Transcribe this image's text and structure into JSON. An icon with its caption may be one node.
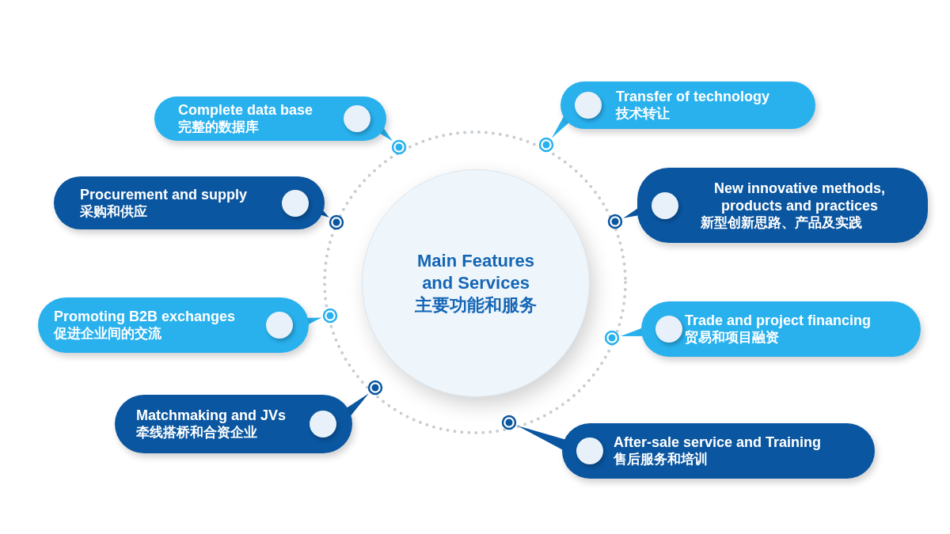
{
  "diagram": {
    "nodes": [
      {
        "text": [
          "Main Features and Services",
          "主要功能和服务"
        ]
      },
      {
        "text": [
          "Complete data base",
          "完整的数据库"
        ]
      },
      {
        "text": [
          "Transfer of technology",
          "技术转让"
        ]
      },
      {
        "text": [
          "Procurement and supply",
          "采购和供应"
        ]
      },
      {
        "text": [
          "New innovative methods, products and practices",
          "新型创新思路、产品及实践"
        ]
      },
      {
        "text": [
          "Promoting B2B exchanges",
          "促进企业间的交流"
        ]
      },
      {
        "text": [
          "Trade and project financing",
          "贸易和项目融资"
        ]
      },
      {
        "text": [
          "Matchmaking and JVs",
          "牵线搭桥和合资企业"
        ]
      },
      {
        "text": [
          "After-sale service and Training",
          "售后服务和培训"
        ]
      }
    ]
  }
}
